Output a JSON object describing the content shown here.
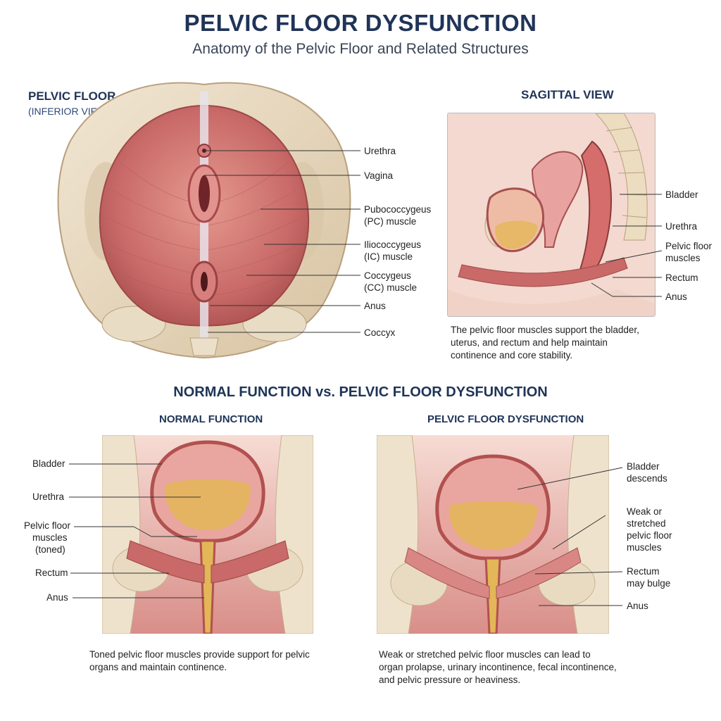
{
  "header": {
    "title": "PELVIC FLOOR DYSFUNCTION",
    "subtitle": "Anatomy of the Pelvic Floor and Related Structures"
  },
  "inferior_view": {
    "heading": "PELVIC FLOOR",
    "subheading": "(INFERIOR VIEW)",
    "labels": {
      "urethra": "Urethra",
      "vagina": "Vagina",
      "pc1": "Pubococcygeus",
      "pc2": "(PC) muscle",
      "ic1": "Iliococcygeus",
      "ic2": "(IC) muscle",
      "cc1": "Coccygeus",
      "cc2": "(CC) muscle",
      "anus": "Anus",
      "coccyx": "Coccyx"
    }
  },
  "sagittal_view": {
    "heading": "SAGITTAL VIEW",
    "labels": {
      "bladder": "Bladder",
      "urethra": "Urethra",
      "pf1": "Pelvic floor",
      "pf2": "muscles",
      "rectum": "Rectum",
      "anus": "Anus"
    },
    "caption": {
      "line1": "The pelvic floor muscles support the bladder,",
      "line2": "uterus, and rectum and help maintain",
      "line3": "continence and core stability."
    }
  },
  "comparison": {
    "title": "NORMAL FUNCTION vs. PELVIC FLOOR DYSFUNCTION",
    "normal": {
      "heading": "NORMAL FUNCTION",
      "labels": {
        "bladder": "Bladder",
        "urethra": "Urethra",
        "pf1": "Pelvic floor",
        "pf2": "muscles",
        "pf3": "(toned)",
        "rectum": "Rectum",
        "anus": "Anus"
      },
      "caption": {
        "line1": "Toned pelvic floor muscles provide support for pelvic",
        "line2": "organs and maintain continence."
      }
    },
    "dysfunction": {
      "heading": "PELVIC FLOOR DYSFUNCTION",
      "labels": {
        "bladder1": "Bladder",
        "bladder2": "descends",
        "weak1": "Weak or",
        "weak2": "stretched",
        "weak3": "pelvic floor",
        "weak4": "muscles",
        "rectum1": "Rectum",
        "rectum2": "may bulge",
        "anus": "Anus"
      },
      "caption": {
        "line1": "Weak or stretched pelvic floor muscles can lead to",
        "line2": "organ prolapse, urinary incontinence, fecal incontinence,",
        "line3": "and pelvic pressure or heaviness."
      }
    }
  },
  "colors": {
    "heading": "#1f3457",
    "muscle": "#c96a68",
    "bone": "#e6d6bd",
    "urine": "#e3b658",
    "leader": "#333333"
  }
}
